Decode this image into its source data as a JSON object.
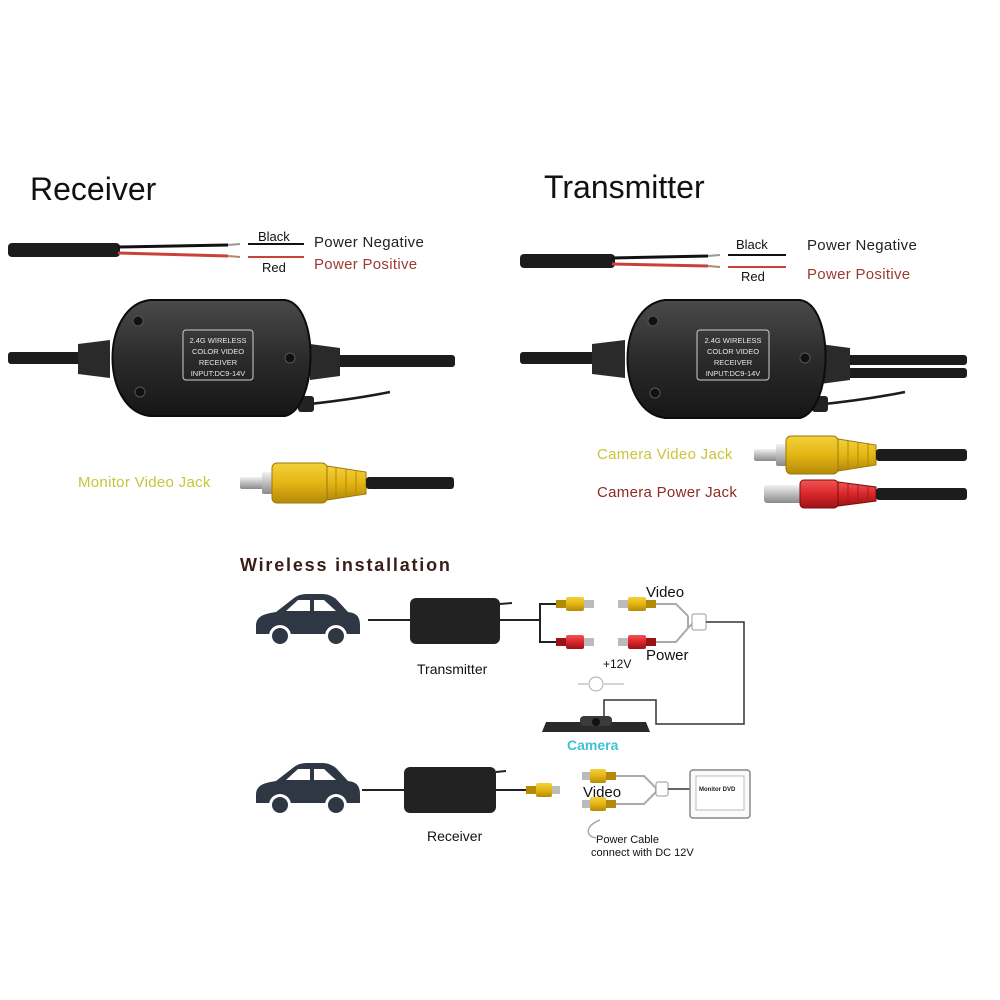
{
  "receiver_panel": {
    "title": "Receiver",
    "black_label": "Black",
    "red_label": "Red",
    "power_negative": "Power Negative",
    "power_positive": "Power Positive",
    "box_text": [
      "2.4G WIRELESS",
      "COLOR  VIDEO",
      "RECEIVER",
      "INPUT:DC9-14V"
    ],
    "jack_label": "Monitor Video Jack"
  },
  "transmitter_panel": {
    "title": "Transmitter",
    "black_label": "Black",
    "red_label": "Red",
    "power_negative": "Power  Negative",
    "power_positive": "Power  Positive",
    "box_text": [
      "2.4G WIRELESS",
      "COLOR  VIDEO",
      "RECEIVER",
      "INPUT:DC9-14V"
    ],
    "video_jack_label": "Camera Video Jack",
    "power_jack_label": "Camera Power Jack"
  },
  "installation": {
    "title": "Wireless installation",
    "transmitter_label": "Transmitter",
    "video_label": "Video",
    "power_label": "Power",
    "plus12_label": "+12V",
    "camera_label": "Camera",
    "receiver_label": "Receiver",
    "video_label_2": "Video",
    "monitor_label": "Monitor DVD",
    "power_cable_line1": "Power Cable",
    "power_cable_line2": "connect with DC 12V"
  },
  "colors": {
    "yellow_jack": "#e8c11c",
    "red_jack": "#d8262a",
    "camera_text": "#3ec2d6",
    "device_body": "#2a2a2a"
  }
}
